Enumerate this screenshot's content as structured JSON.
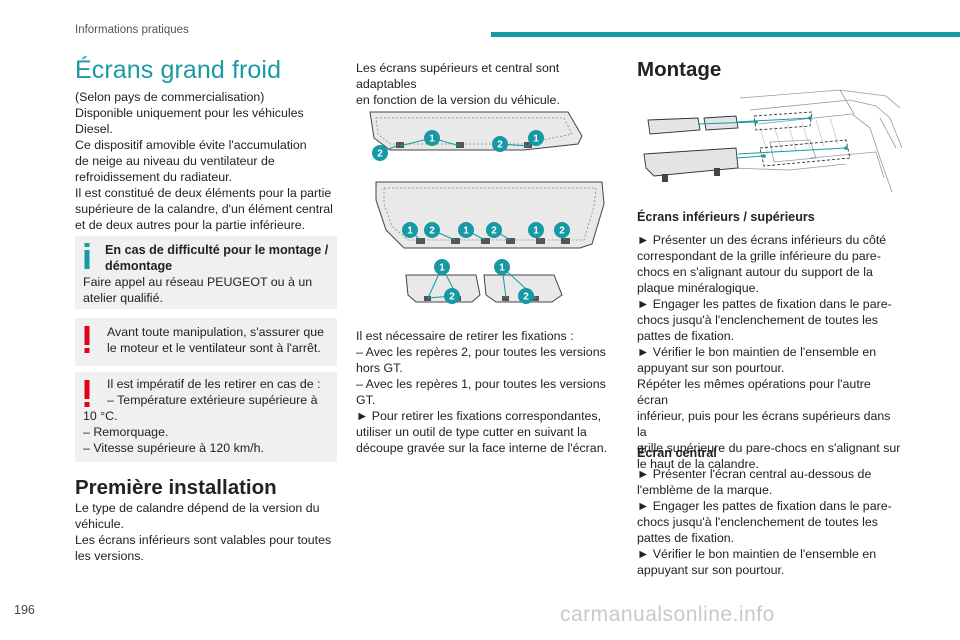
{
  "header": {
    "section": "Informations pratiques",
    "accent_color": "#159aa3"
  },
  "page_number": "196",
  "watermark": "carmanualsonline.info",
  "left": {
    "title": "Écrans grand froid",
    "intro_lines": [
      "(Selon pays de commercialisation)",
      "Disponible uniquement pour les véhicules",
      "Diesel.",
      "Ce dispositif amovible évite l'accumulation",
      "de neige au niveau du ventilateur de",
      "refroidissement du radiateur.",
      "Il est constitué de deux éléments pour la partie",
      "supérieure de la calandre, d'un élément central",
      "et de deux autres pour la partie inférieure."
    ],
    "info_note": {
      "heading_lines": [
        "En cas de difficulté pour le montage /",
        "démontage"
      ],
      "body_lines": [
        "Faire appel au réseau PEUGEOT ou à un",
        "atelier qualifié."
      ]
    },
    "warning1_lines": [
      "Avant toute manipulation, s'assurer que",
      "le moteur et le ventilateur sont à l'arrêt."
    ],
    "warning2": {
      "line1": "Il est impératif de les retirer en cas de :",
      "line2": "–  Température extérieure supérieure à",
      "line3": "10 °C.",
      "line4": "–  Remorquage.",
      "line5": "–  Vitesse supérieure à 120 km/h."
    },
    "section_title": "Première installation",
    "section_lines": [
      "Le type de calandre dépend de la version du",
      "véhicule.",
      "Les écrans inférieurs sont valables pour toutes",
      "les versions."
    ],
    "warning_color": "#e2001a",
    "info_color": "#159aa3"
  },
  "middle": {
    "intro_lines": [
      "Les écrans supérieurs et central sont adaptables",
      "en fonction de la version du véhicule."
    ],
    "marker_labels": {
      "one": "1",
      "two": "2"
    },
    "after_lines": [
      "Il est nécessaire de retirer les fixations :",
      "–  Avec les repères 2, pour toutes les versions",
      "hors GT.",
      "–  Avec les repères 1, pour toutes les versions",
      "GT.",
      "►  Pour retirer les fixations correspondantes,",
      "utiliser un outil de type cutter en suivant la",
      "découpe gravée sur la face interne de l'écran."
    ]
  },
  "right": {
    "title": "Montage",
    "sub1": "Écrans inférieurs / supérieurs",
    "sub1_lines": [
      "►  Présenter un des écrans inférieurs du côté",
      "correspondant de la grille inférieure du pare-",
      "chocs en s'alignant autour du support de la",
      "plaque minéralogique.",
      "►  Engager les pattes de fixation dans le pare-",
      "chocs jusqu'à l'enclenchement de toutes les",
      "pattes de fixation.",
      "►  Vérifier le bon maintien de l'ensemble en",
      "appuyant sur son pourtour.",
      "Répéter les mêmes opérations pour l'autre écran",
      "inférieur, puis pour les écrans supérieurs dans la",
      "grille supérieure du pare-chocs en s'alignant sur",
      "le haut de la calandre."
    ],
    "sub2": "Écran central",
    "sub2_lines": [
      "►  Présenter l'écran central au-dessous de",
      "l'emblème de la marque.",
      "►  Engager les pattes de fixation dans le pare-",
      "chocs jusqu'à l'enclenchement de toutes les",
      "pattes de fixation.",
      "►  Vérifier le bon maintien de l'ensemble en",
      "appuyant sur son pourtour."
    ]
  }
}
